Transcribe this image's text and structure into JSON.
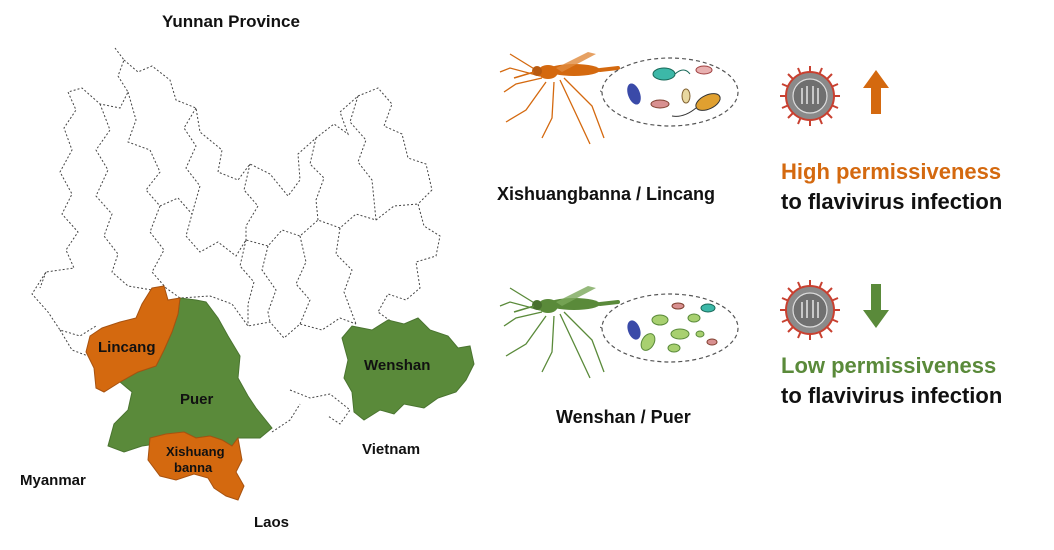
{
  "map": {
    "title": "Yunnan Province",
    "regions": {
      "lincang": "Lincang",
      "puer": "Puer",
      "xishuang_line1": "Xishuang",
      "xishuang_line2": "banna",
      "wenshan": "Wenshan"
    },
    "neighbors": {
      "myanmar": "Myanmar",
      "laos": "Laos",
      "vietnam": "Vietnam"
    }
  },
  "groups": {
    "high": {
      "site_label": "Xishuangbanna / Lincang",
      "line1": "High permissiveness",
      "line2": "to flavivirus infection",
      "direction": "up"
    },
    "low": {
      "site_label": "Wenshan / Puer",
      "line1": "Low permissiveness",
      "line2": "to flavivirus infection",
      "direction": "down"
    }
  },
  "colors": {
    "high": "#d4690f",
    "low": "#5a8a3a",
    "outline": "#333333",
    "virus_body": "#8a8a8a",
    "virus_spikes": "#c84030",
    "text": "#111111"
  }
}
